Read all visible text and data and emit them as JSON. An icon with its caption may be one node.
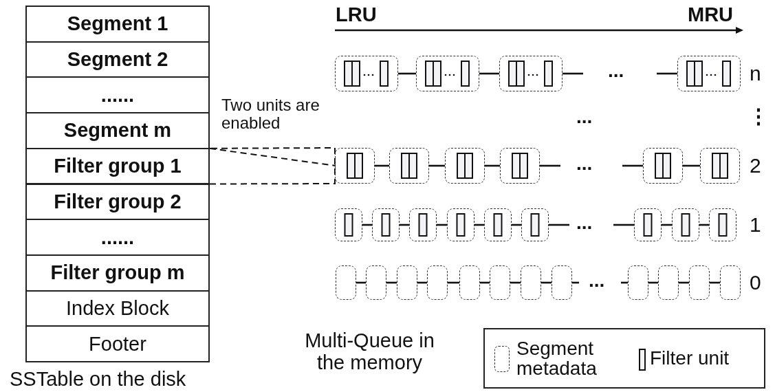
{
  "diagram": {
    "nodes": [
      {
        "text": [
          "Segment 1"
        ]
      },
      {
        "text": [
          "Segment 2"
        ]
      },
      {
        "text": [
          "......"
        ]
      },
      {
        "text": [
          "Segment m"
        ]
      },
      {
        "text": [
          "Filter group 1"
        ]
      },
      {
        "text": [
          "Filter group 2"
        ]
      },
      {
        "text": [
          "......"
        ]
      },
      {
        "text": [
          "Filter group m"
        ]
      },
      {
        "text": [
          "Index Block"
        ]
      },
      {
        "text": [
          "Footer"
        ]
      },
      {
        "text": [],
        "shape": "box"
      },
      {
        "text": [],
        "shape": "box"
      },
      {
        "text": [],
        "shape": "box"
      },
      {
        "text": [],
        "shape": "box"
      },
      {
        "text": [],
        "shape": "box"
      },
      {
        "text": [],
        "shape": "box"
      },
      {
        "text": [],
        "shape": "box"
      },
      {
        "text": [],
        "shape": "box"
      },
      {
        "text": [],
        "shape": "box"
      },
      {
        "text": [],
        "shape": "box"
      },
      {
        "text": [],
        "shape": "box"
      },
      {
        "text": [],
        "shape": "box"
      },
      {
        "text": [],
        "shape": "box"
      },
      {
        "text": [],
        "shape": "box"
      },
      {
        "text": [],
        "shape": "box"
      },
      {
        "text": [],
        "shape": "box"
      },
      {
        "text": [],
        "shape": "box"
      },
      {
        "text": [],
        "shape": "box"
      },
      {
        "text": [],
        "shape": "box"
      },
      {
        "text": [],
        "shape": "box"
      },
      {
        "text": [],
        "shape": "box"
      },
      {
        "text": [],
        "shape": "box"
      },
      {
        "text": [],
        "shape": "box"
      },
      {
        "text": [],
        "shape": "box"
      },
      {
        "text": [],
        "shape": "box"
      },
      {
        "text": [],
        "shape": "box"
      },
      {
        "text": [],
        "shape": "box"
      },
      {
        "text": [],
        "shape": "box"
      },
      {
        "text": [],
        "shape": "box"
      },
      {
        "text": [],
        "shape": "box"
      },
      {
        "text": [],
        "shape": "box"
      }
    ],
    "edges": [
      {
        "from": 4,
        "to": 14,
        "arrow": "none",
        "style": "dashed"
      },
      {
        "from": 10,
        "to": 11,
        "arrow": "none"
      },
      {
        "from": 11,
        "to": 12,
        "arrow": "none"
      },
      {
        "from": 12,
        "to": null,
        "arrow": "none"
      },
      {
        "from": null,
        "to": 13,
        "arrow": "none"
      },
      {
        "from": 14,
        "to": 15,
        "arrow": "none"
      },
      {
        "from": 15,
        "to": 16,
        "arrow": "none"
      },
      {
        "from": 16,
        "to": 17,
        "arrow": "none"
      },
      {
        "from": 17,
        "to": null,
        "arrow": "none"
      },
      {
        "from": null,
        "to": 18,
        "arrow": "none"
      },
      {
        "from": 18,
        "to": 19,
        "arrow": "none"
      },
      {
        "from": 20,
        "to": 21,
        "arrow": "none"
      },
      {
        "from": 21,
        "to": 22,
        "arrow": "none"
      },
      {
        "from": 22,
        "to": 23,
        "arrow": "none"
      },
      {
        "from": 23,
        "to": 24,
        "arrow": "none"
      },
      {
        "from": 24,
        "to": 25,
        "arrow": "none"
      },
      {
        "from": 25,
        "to": null,
        "arrow": "none"
      },
      {
        "from": null,
        "to": 26,
        "arrow": "none"
      },
      {
        "from": 26,
        "to": 27,
        "arrow": "none"
      },
      {
        "from": 27,
        "to": 28,
        "arrow": "none"
      },
      {
        "from": 29,
        "to": 30,
        "arrow": "none"
      },
      {
        "from": 30,
        "to": 31,
        "arrow": "none"
      },
      {
        "from": 31,
        "to": 32,
        "arrow": "none"
      },
      {
        "from": 32,
        "to": 33,
        "arrow": "none"
      },
      {
        "from": 33,
        "to": 34,
        "arrow": "none"
      },
      {
        "from": 34,
        "to": 35,
        "arrow": "none"
      },
      {
        "from": 35,
        "to": 36,
        "arrow": "none"
      },
      {
        "from": 36,
        "to": null,
        "arrow": "none"
      },
      {
        "from": null,
        "to": 37,
        "arrow": "none"
      },
      {
        "from": 37,
        "to": 38,
        "arrow": "none"
      },
      {
        "from": 38,
        "to": 39,
        "arrow": "none"
      },
      {
        "from": 39,
        "to": 40,
        "arrow": "none"
      }
    ],
    "labels": [
      "LRU",
      "MRU",
      "n",
      "Two units are enabled",
      "...",
      "...",
      "⋮",
      "...",
      "2",
      "...",
      "1",
      "...",
      "0",
      "SSTable on the disk",
      "Multi-Queue in the memory"
    ],
    "legend": [
      {
        "text": "Segment metadata"
      },
      {
        "text": "Filter unit"
      }
    ]
  }
}
